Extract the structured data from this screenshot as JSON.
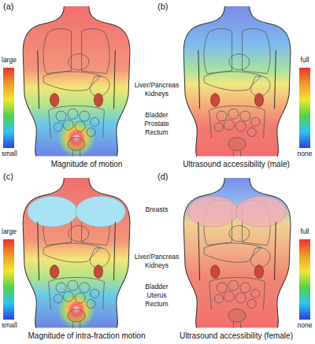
{
  "diagram": {
    "labels": [
      "(a)",
      "(b)",
      "large",
      "small",
      "Liver/Pancreas",
      "Kidneys",
      "Bladder",
      "Prostate",
      "Rectum",
      "full",
      "none",
      "Magnitude of motion",
      "Ultrasound accessibility (male)",
      "(c)",
      "(d)",
      "large",
      "small",
      "Breasts",
      "Liver/Pancreas",
      "Kidneys",
      "Bladder",
      "Uterus",
      "Rectum",
      "full",
      "none",
      "Magnitude of intra-fraction motion",
      "Ultrasound accessibility (female)"
    ]
  }
}
